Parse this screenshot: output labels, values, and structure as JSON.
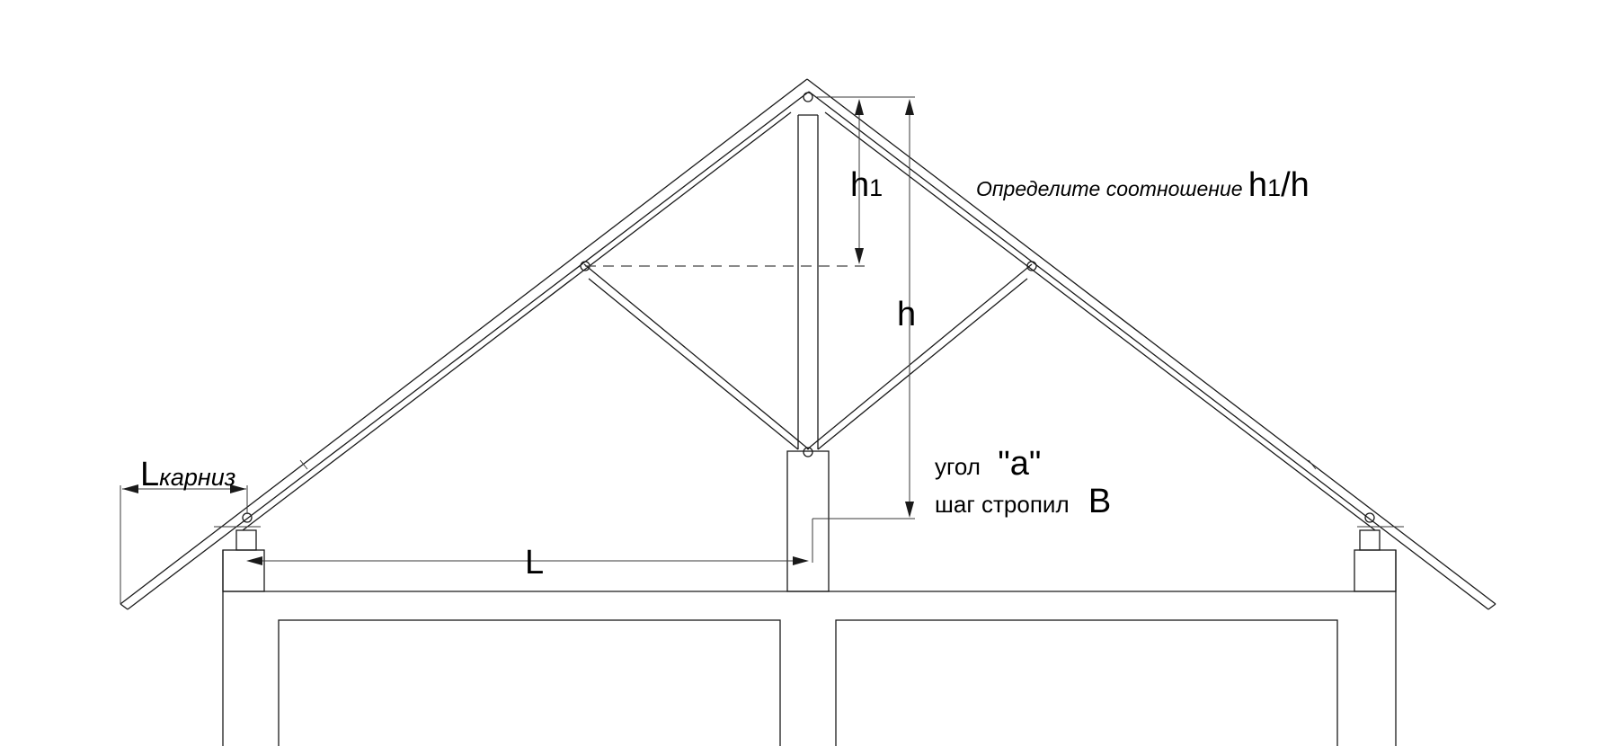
{
  "labels": {
    "L_eave_main": "L",
    "L_eave_sub": "карниз",
    "L_span": "L",
    "h1_main": "h",
    "h1_sub": "1",
    "h": "h",
    "question_prefix": "Определите соотношение ",
    "question_h1_main": "h",
    "question_h1_sub": "1",
    "question_slash_h": "/h",
    "angle_prefix": "угол ",
    "angle_value": "\"a\"",
    "rafter_pitch_prefix": "шаг стропил ",
    "rafter_pitch_value": "B"
  },
  "colors": {
    "line": "#1a1a1a",
    "background": "#ffffff"
  }
}
